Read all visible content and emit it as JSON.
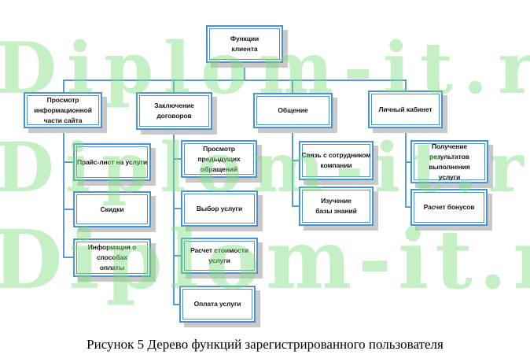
{
  "caption": "Рисунок 5 Дерево функций зарегистрированного пользователя",
  "watermark": {
    "text": "Diplom-it.ru",
    "color": "#7fdc7f"
  },
  "colors": {
    "box_border": "#4b93d1",
    "connector": "#5b9bd5",
    "shadow": "#c9c9c9"
  },
  "tree": {
    "root": {
      "label": "Функции клиента"
    },
    "branches": [
      {
        "label": "Просмотр информационной части сайта",
        "children": [
          "Прайс-лист на услуги",
          "Скидки",
          "Информация о способах оплаты"
        ]
      },
      {
        "label": "Заключение договоров",
        "children": [
          "Просмотр предыдущих обращений",
          "Выбор услуги",
          "Расчет стоимости услуги",
          "Оплата услуги"
        ]
      },
      {
        "label": "Общение",
        "children": [
          "Связь с сотрудником компании",
          "Изучение базы знаний"
        ]
      },
      {
        "label": "Личный кабинет",
        "children": [
          "Получение результатов выполнения услуги",
          "Расчет бонусов"
        ]
      }
    ]
  }
}
